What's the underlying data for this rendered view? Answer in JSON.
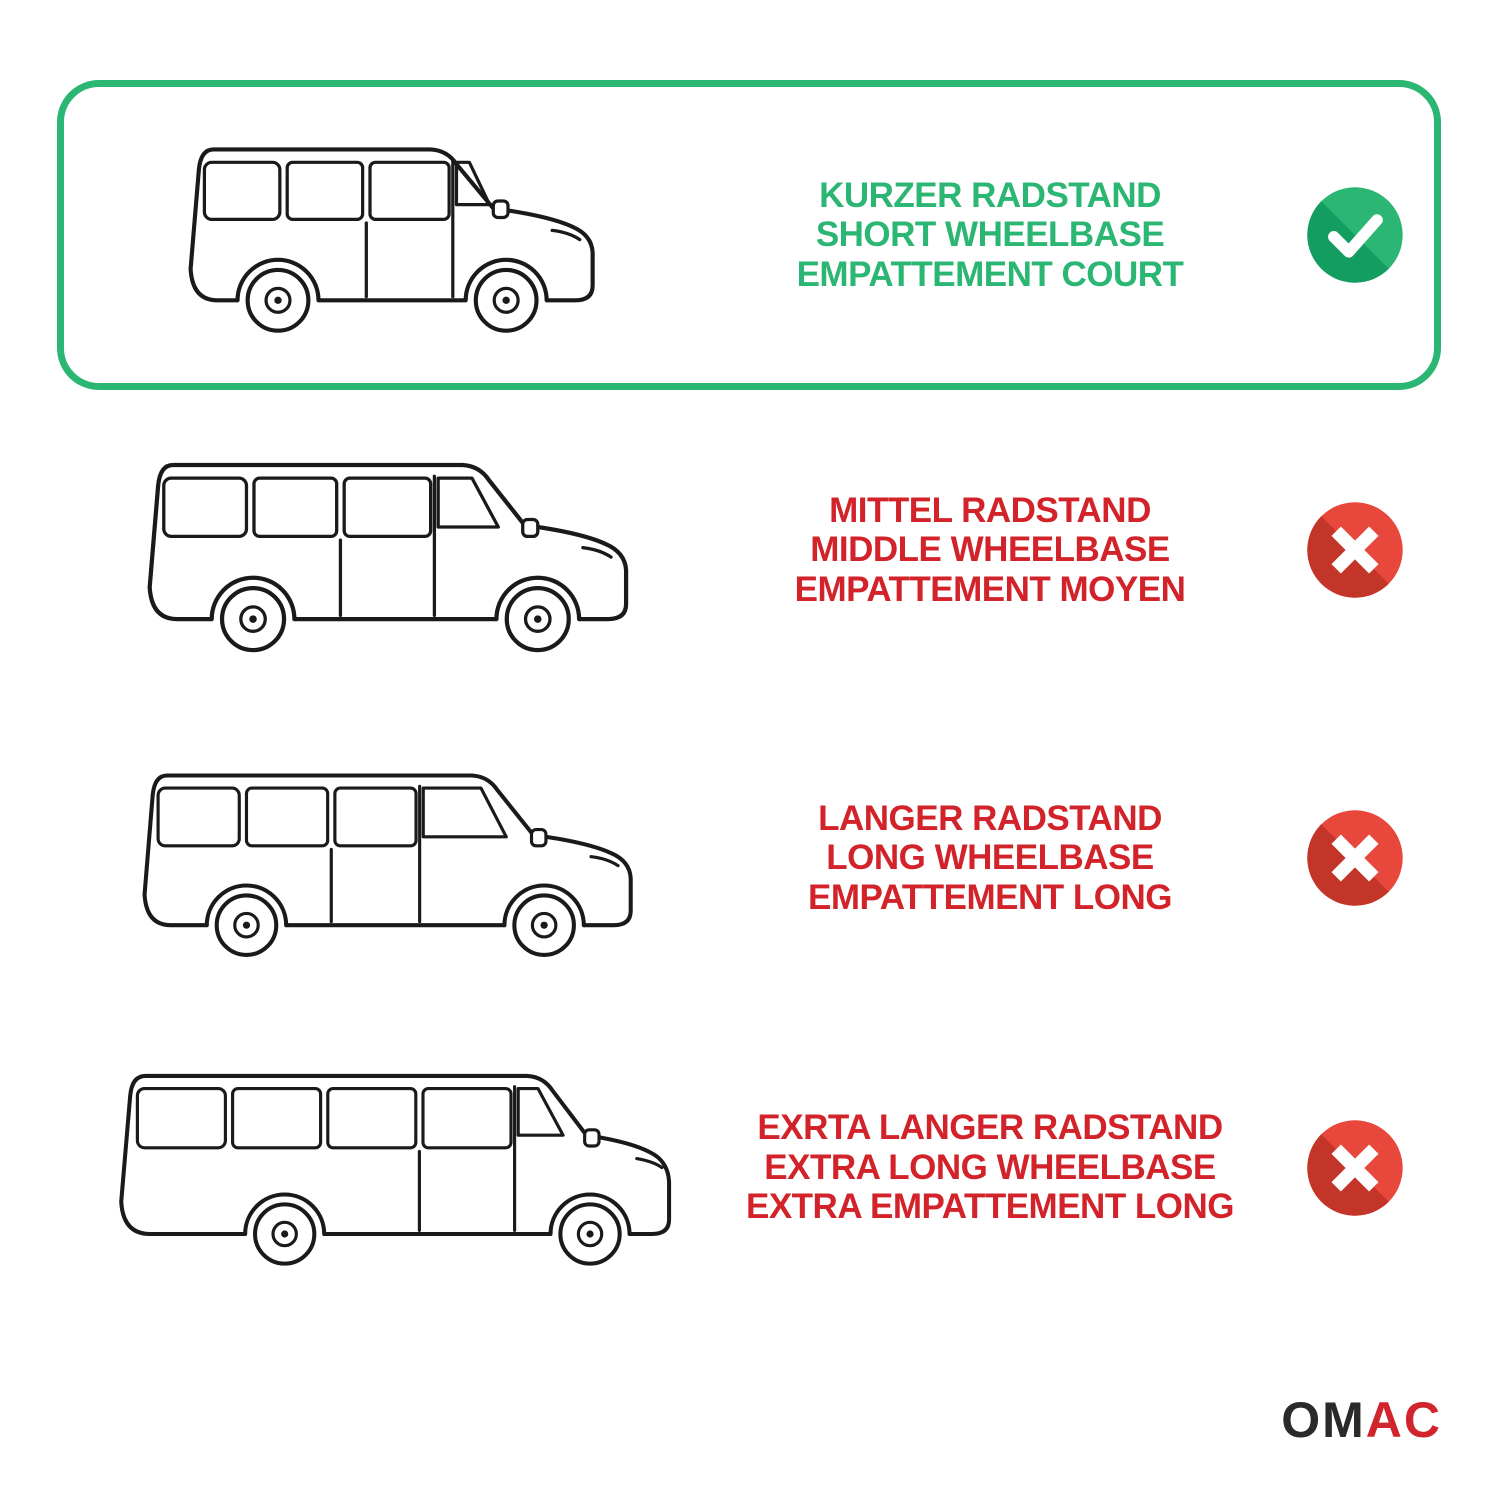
{
  "rows": [
    {
      "id": "short-wheelbase",
      "selected": true,
      "status": "check",
      "lines": [
        "KURZER RADSTAND",
        "SHORT WHEELBASE",
        "EMPATTEMENT COURT"
      ]
    },
    {
      "id": "middle-wheelbase",
      "selected": false,
      "status": "cross",
      "lines": [
        "MITTEL RADSTAND",
        "MIDDLE WHEELBASE",
        "EMPATTEMENT MOYEN"
      ]
    },
    {
      "id": "long-wheelbase",
      "selected": false,
      "status": "cross",
      "lines": [
        "LANGER RADSTAND",
        "LONG WHEELBASE",
        "EMPATTEMENT LONG"
      ]
    },
    {
      "id": "extra-long-wheelbase",
      "selected": false,
      "status": "cross",
      "lines": [
        "EXRTA LANGER RADSTAND",
        "EXTRA LONG WHEELBASE",
        "EXTRA EMPATTEMENT LONG"
      ]
    }
  ],
  "icons": {
    "check": "check-icon",
    "cross": "cross-icon"
  },
  "logo": {
    "text_dark": "OM",
    "text_red": "AC"
  },
  "colors": {
    "green": "#2BB673",
    "green_dark": "#149D61",
    "red_text": "#D2232A",
    "red_circle": "#E8473C",
    "red_circle_dark": "#C43529",
    "line": "#1A1A1A",
    "background": "#FFFFFF",
    "logo_dark": "#2B2A29",
    "logo_red": "#D0252C"
  }
}
